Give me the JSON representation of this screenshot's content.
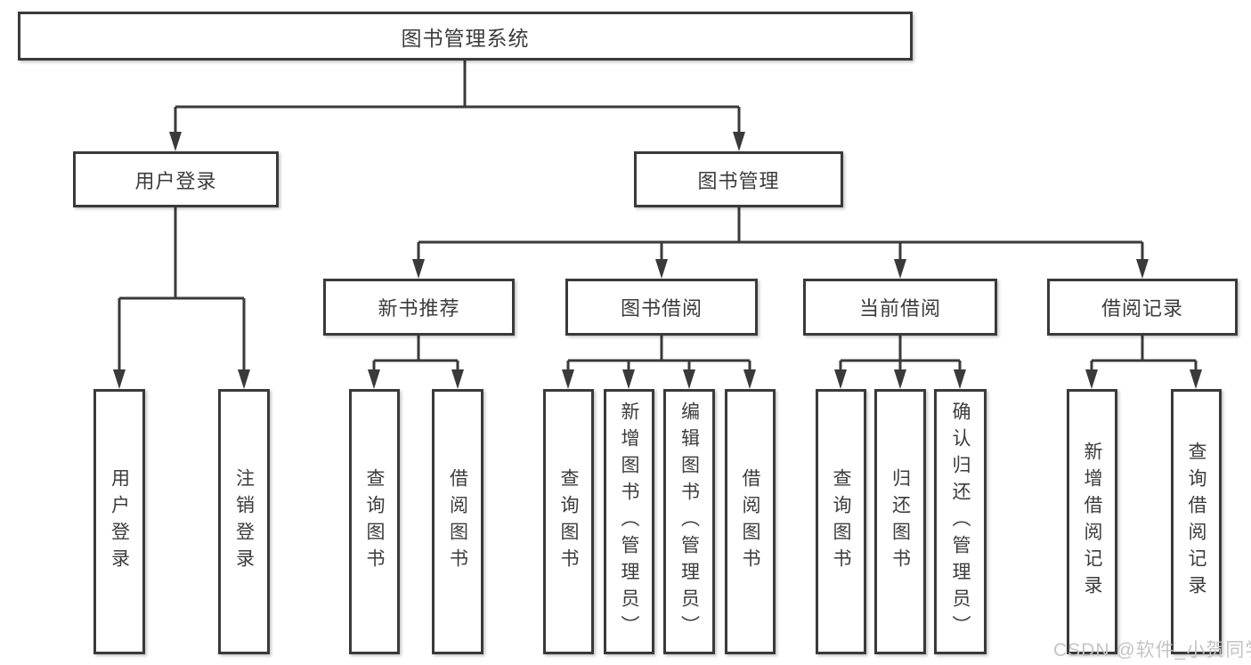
{
  "diagram": {
    "title": "图书管理系统",
    "branches": [
      {
        "label": "用户登录",
        "children": [
          {
            "label": "用户登录"
          },
          {
            "label": "注销登录"
          }
        ]
      },
      {
        "label": "图书管理",
        "children": [
          {
            "label": "新书推荐",
            "children": [
              {
                "label": "查询图书"
              },
              {
                "label": "借阅图书"
              }
            ]
          },
          {
            "label": "图书借阅",
            "children": [
              {
                "label": "查询图书"
              },
              {
                "label": "新增图书（管理员）"
              },
              {
                "label": "编辑图书（管理员）"
              },
              {
                "label": "借阅图书"
              }
            ]
          },
          {
            "label": "当前借阅",
            "children": [
              {
                "label": "查询图书"
              },
              {
                "label": "归还图书"
              },
              {
                "label": "确认归还（管理员）"
              }
            ]
          },
          {
            "label": "借阅记录",
            "children": [
              {
                "label": "新增借阅记录"
              },
              {
                "label": "查询借阅记录"
              }
            ]
          }
        ]
      }
    ]
  },
  "watermark": {
    "text": "CSDN @软件_小贺同学"
  },
  "colors": {
    "line": "#3a3a3a",
    "box_border": "#3a3a3a",
    "text": "#3c3c3c",
    "watermark": "#c4c4c4",
    "background": "#ffffff"
  }
}
